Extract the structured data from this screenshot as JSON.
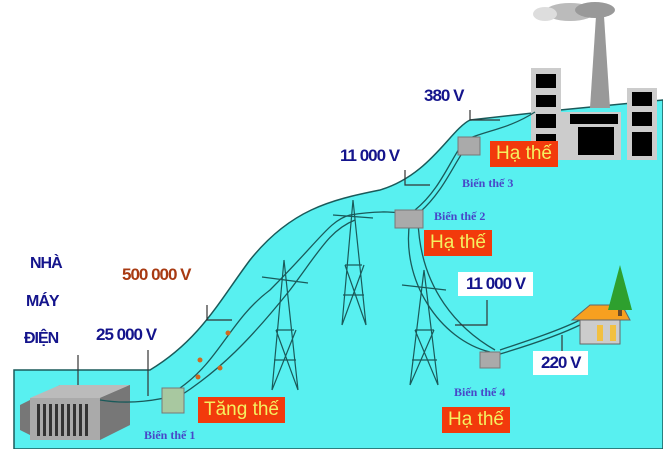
{
  "colors": {
    "ground": "#58f0f0",
    "sky": "#ffffff",
    "voltage_text": "#14148c",
    "high_voltage_text": "#a83a12",
    "tag_bg": "#f23a0c",
    "tag_text": "#f4f060",
    "transformer_label": "#4848c8"
  },
  "plant_label": [
    "NHÀ",
    "MÁY",
    "ĐIỆN"
  ],
  "voltages": {
    "generator": "25 000 V",
    "transmission": "500 000 V",
    "v1": "11 000 V",
    "v2": "380 V",
    "v3": "11 000 V",
    "v4": "220 V"
  },
  "transformers": {
    "t1": "Biến thế 1",
    "t2": "Biến thế 2",
    "t3": "Biến thế 3",
    "t4": "Biến thế 4"
  },
  "tags": {
    "step_up": "Tăng thế",
    "step_down_2": "Hạ thế",
    "step_down_3": "Hạ thế",
    "step_down_4": "Hạ thế"
  },
  "icons": [
    "power-plant-icon",
    "transmission-tower-icon",
    "transformer-icon",
    "factory-icon",
    "house-icon",
    "tree-icon",
    "smoke-icon"
  ]
}
